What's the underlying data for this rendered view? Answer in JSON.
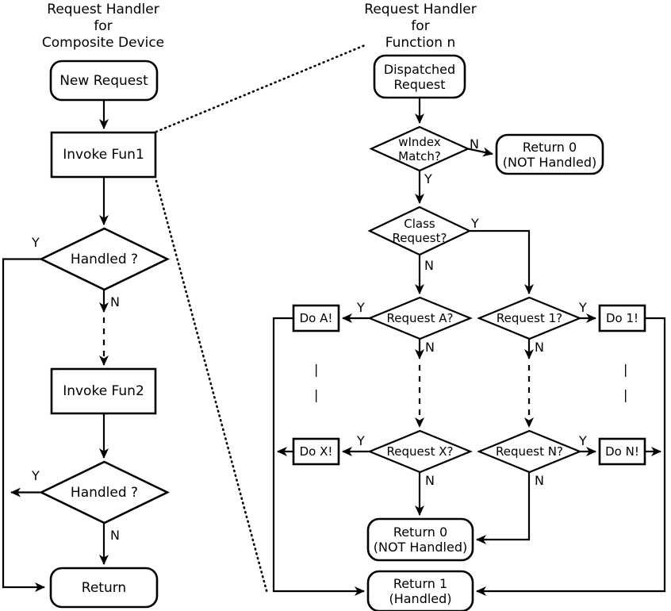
{
  "diagram": {
    "type": "flowchart",
    "background": "#ffffff",
    "stroke": "#000000",
    "left_column": {
      "title": "Request Handler\nfor\nComposite Device",
      "nodes": [
        {
          "id": "new-request",
          "shape": "rounded",
          "label": "New Request"
        },
        {
          "id": "invoke-fun1",
          "shape": "rect",
          "label": "Invoke Fun1"
        },
        {
          "id": "handled-1",
          "shape": "diamond",
          "label": "Handled ?"
        },
        {
          "id": "invoke-fun2",
          "shape": "rect",
          "label": "Invoke Fun2"
        },
        {
          "id": "handled-2",
          "shape": "diamond",
          "label": "Handled ?"
        },
        {
          "id": "return",
          "shape": "rounded",
          "label": "Return"
        }
      ],
      "edge_labels": {
        "handled1_yes": "Y",
        "handled1_no": "N",
        "handled2_yes": "Y",
        "handled2_no": "N"
      }
    },
    "right_column": {
      "title": "Request Handler\nfor\nFunction n",
      "nodes": [
        {
          "id": "dispatched-request",
          "shape": "rounded",
          "label": "Dispatched\nRequest"
        },
        {
          "id": "windex-match",
          "shape": "diamond",
          "label": "wIndex\nMatch?"
        },
        {
          "id": "return0-top",
          "shape": "rounded",
          "label": "Return 0\n(NOT Handled)"
        },
        {
          "id": "class-request",
          "shape": "diamond",
          "label": "Class\nRequest?"
        },
        {
          "id": "request-a",
          "shape": "diamond",
          "label": "Request A?"
        },
        {
          "id": "request-1",
          "shape": "diamond",
          "label": "Request 1?"
        },
        {
          "id": "do-a",
          "shape": "rect",
          "label": "Do A!"
        },
        {
          "id": "do-1",
          "shape": "rect",
          "label": "Do 1!"
        },
        {
          "id": "request-x",
          "shape": "diamond",
          "label": "Request X?"
        },
        {
          "id": "request-n",
          "shape": "diamond",
          "label": "Request N?"
        },
        {
          "id": "do-x",
          "shape": "rect",
          "label": "Do X!"
        },
        {
          "id": "do-n",
          "shape": "rect",
          "label": "Do N!"
        },
        {
          "id": "return0-bottom",
          "shape": "rounded",
          "label": "Return 0\n(NOT Handled)"
        },
        {
          "id": "return1",
          "shape": "rounded",
          "label": "Return 1\n(Handled)"
        }
      ],
      "edge_labels": {
        "windex_no": "N",
        "windex_yes": "Y",
        "class_yes": "Y",
        "class_no": "N",
        "request_a_yes": "Y",
        "request_a_no": "N",
        "request_1_yes": "Y",
        "request_1_no": "N",
        "request_x_yes": "Y",
        "request_x_no": "N",
        "request_n_yes": "Y",
        "request_n_no": "N"
      },
      "ellipsis_marks": [
        "|",
        "|",
        "|",
        "|"
      ]
    }
  }
}
